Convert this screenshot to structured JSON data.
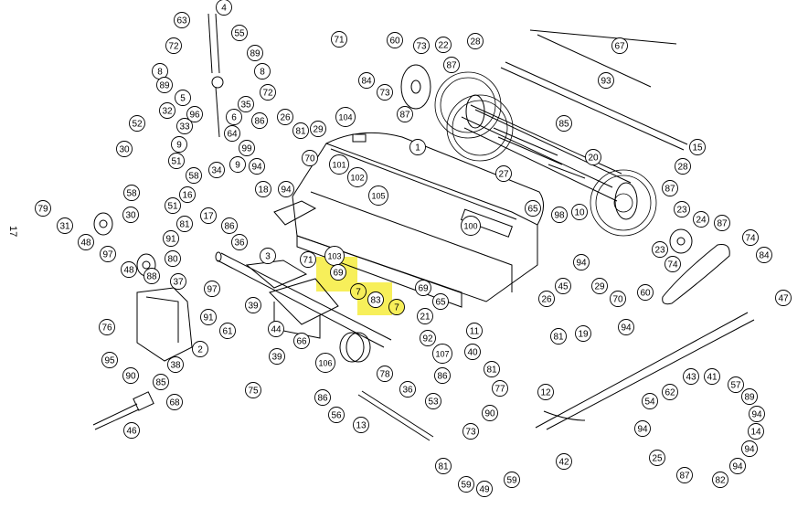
{
  "page_number": "17",
  "colors": {
    "highlight": "#f7ef5a",
    "line": "#000000",
    "bubble_fill": "#ffffff"
  },
  "callouts": [
    {
      "label": "4"
    },
    {
      "label": "63"
    },
    {
      "label": "55"
    },
    {
      "label": "72"
    },
    {
      "label": "89"
    },
    {
      "label": "8"
    },
    {
      "label": "89"
    },
    {
      "label": "8"
    },
    {
      "label": "72"
    },
    {
      "label": "5"
    },
    {
      "label": "35"
    },
    {
      "label": "32"
    },
    {
      "label": "96"
    },
    {
      "label": "6"
    },
    {
      "label": "33"
    },
    {
      "label": "64"
    },
    {
      "label": "52"
    },
    {
      "label": "9"
    },
    {
      "label": "99"
    },
    {
      "label": "30"
    },
    {
      "label": "51"
    },
    {
      "label": "34"
    },
    {
      "label": "9"
    },
    {
      "label": "58"
    },
    {
      "label": "58"
    },
    {
      "label": "16"
    },
    {
      "label": "51"
    },
    {
      "label": "79"
    },
    {
      "label": "31"
    },
    {
      "label": "30"
    },
    {
      "label": "48"
    },
    {
      "label": "91"
    },
    {
      "label": "97"
    },
    {
      "label": "48"
    },
    {
      "label": "80"
    },
    {
      "label": "88"
    },
    {
      "label": "81"
    },
    {
      "label": "17"
    },
    {
      "label": "86"
    },
    {
      "label": "36"
    },
    {
      "label": "3"
    },
    {
      "label": "37"
    },
    {
      "label": "97"
    },
    {
      "label": "91"
    },
    {
      "label": "76"
    },
    {
      "label": "2"
    },
    {
      "label": "95"
    },
    {
      "label": "38"
    },
    {
      "label": "90"
    },
    {
      "label": "85"
    },
    {
      "label": "68"
    },
    {
      "label": "46"
    },
    {
      "label": "39"
    },
    {
      "label": "61"
    },
    {
      "label": "44"
    },
    {
      "label": "39"
    },
    {
      "label": "75"
    },
    {
      "label": "86"
    },
    {
      "label": "26"
    },
    {
      "label": "81"
    },
    {
      "label": "29"
    },
    {
      "label": "94"
    },
    {
      "label": "70"
    },
    {
      "label": "18"
    },
    {
      "label": "94"
    },
    {
      "label": "101"
    },
    {
      "label": "102"
    },
    {
      "label": "105"
    },
    {
      "label": "104"
    },
    {
      "label": "1"
    },
    {
      "label": "71"
    },
    {
      "label": "60"
    },
    {
      "label": "73"
    },
    {
      "label": "22"
    },
    {
      "label": "84"
    },
    {
      "label": "73"
    },
    {
      "label": "87"
    },
    {
      "label": "87"
    },
    {
      "label": "28"
    },
    {
      "label": "67"
    },
    {
      "label": "93"
    },
    {
      "label": "85"
    },
    {
      "label": "15"
    },
    {
      "label": "27"
    },
    {
      "label": "20"
    },
    {
      "label": "28"
    },
    {
      "label": "100"
    },
    {
      "label": "65"
    },
    {
      "label": "98"
    },
    {
      "label": "10"
    },
    {
      "label": "87"
    },
    {
      "label": "23"
    },
    {
      "label": "24"
    },
    {
      "label": "23"
    },
    {
      "label": "87"
    },
    {
      "label": "74"
    },
    {
      "label": "74"
    },
    {
      "label": "84"
    },
    {
      "label": "60"
    },
    {
      "label": "47"
    },
    {
      "label": "71"
    },
    {
      "label": "103"
    },
    {
      "label": "69"
    },
    {
      "label": "7"
    },
    {
      "label": "83"
    },
    {
      "label": "7"
    },
    {
      "label": "69"
    },
    {
      "label": "65"
    },
    {
      "label": "21"
    },
    {
      "label": "11"
    },
    {
      "label": "92"
    },
    {
      "label": "66"
    },
    {
      "label": "106"
    },
    {
      "label": "107"
    },
    {
      "label": "40"
    },
    {
      "label": "78"
    },
    {
      "label": "36"
    },
    {
      "label": "86"
    },
    {
      "label": "81"
    },
    {
      "label": "77"
    },
    {
      "label": "53"
    },
    {
      "label": "90"
    },
    {
      "label": "45"
    },
    {
      "label": "94"
    },
    {
      "label": "29"
    },
    {
      "label": "81"
    },
    {
      "label": "70"
    },
    {
      "label": "26"
    },
    {
      "label": "19"
    },
    {
      "label": "94"
    },
    {
      "label": "86"
    },
    {
      "label": "56"
    },
    {
      "label": "13"
    },
    {
      "label": "12"
    },
    {
      "label": "42"
    },
    {
      "label": "43"
    },
    {
      "label": "41"
    },
    {
      "label": "62"
    },
    {
      "label": "57"
    },
    {
      "label": "54"
    },
    {
      "label": "89"
    },
    {
      "label": "94"
    },
    {
      "label": "94"
    },
    {
      "label": "14"
    },
    {
      "label": "94"
    },
    {
      "label": "25"
    },
    {
      "label": "87"
    },
    {
      "label": "94"
    },
    {
      "label": "82"
    },
    {
      "label": "73"
    },
    {
      "label": "81"
    },
    {
      "label": "59"
    },
    {
      "label": "49"
    },
    {
      "label": "59"
    },
    {
      "label": "86"
    }
  ]
}
